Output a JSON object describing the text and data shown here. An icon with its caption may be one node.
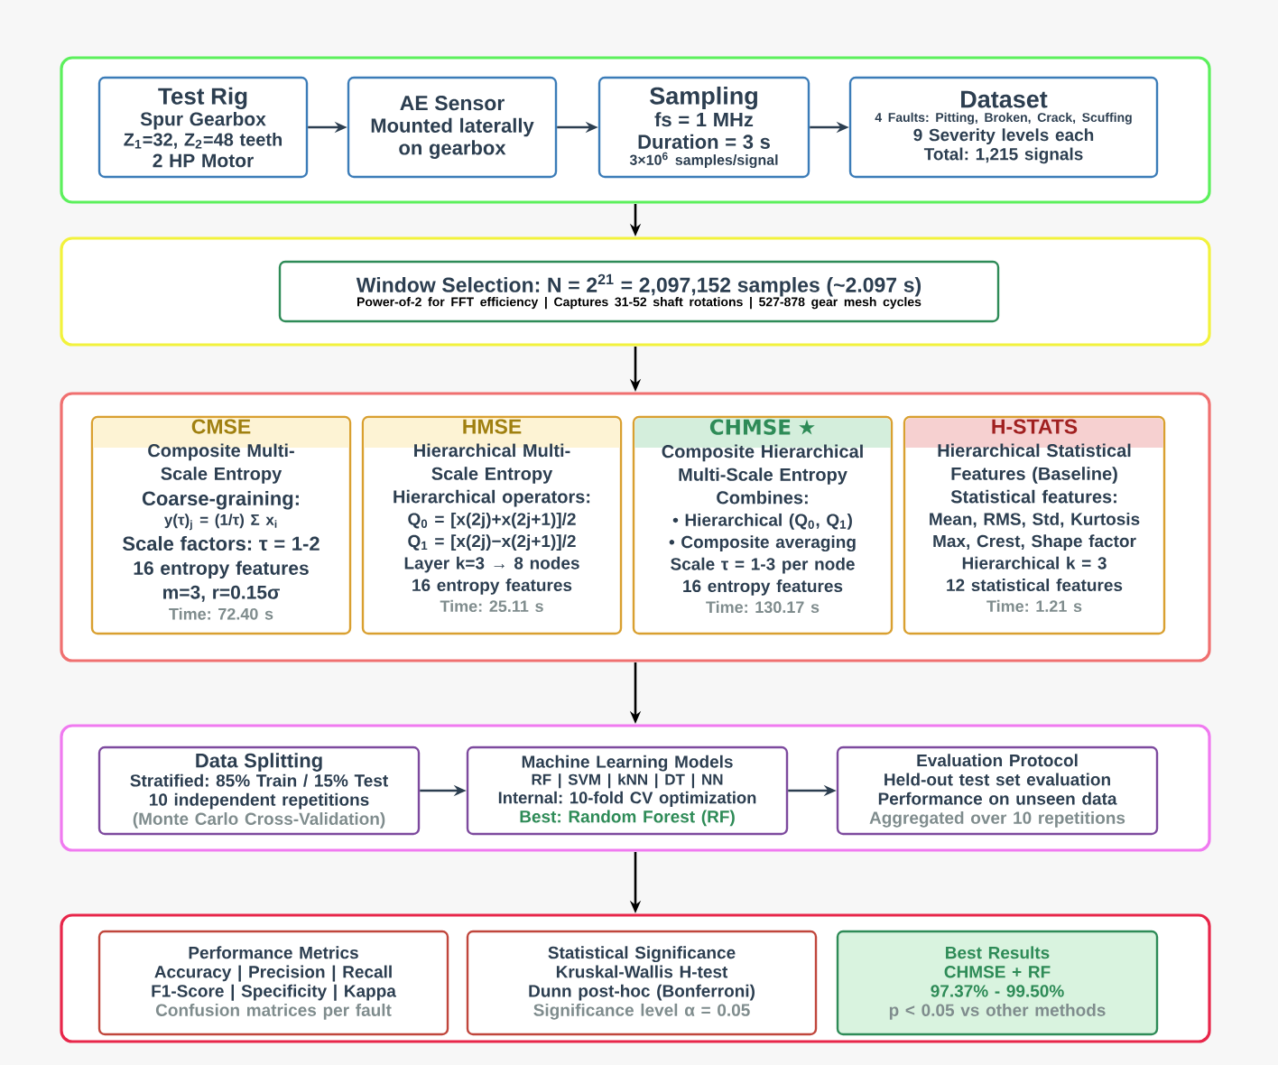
{
  "diagram": {
    "nodes": [
      {
        "text": [],
        "shape": "box"
      },
      {
        "text": [
          "Test Rig",
          "Spur Gearbox",
          "Z$_{1}$=32, Z$_{2}$=48 teeth",
          "2 HP Motor"
        ],
        "in": 0
      },
      {
        "text": [
          "AE Sensor",
          "Mounted laterally on gearbox"
        ],
        "in": 0
      },
      {
        "text": [
          "Sampling",
          "fs = 1 MHz",
          "Duration = 3 s",
          "3×10$^{6}$ samples/signal"
        ],
        "in": 0
      },
      {
        "text": [
          "Dataset",
          "4 Faults: Pitting, Broken, Crack, Scuffing",
          "9 Severity levels each",
          "Total: 1,215 signals"
        ],
        "in": 0
      },
      {
        "text": [],
        "shape": "box"
      },
      {
        "text": [
          "Window Selection: N = 2$^{21}$ = 2,097,152 samples (~2.097 s)",
          "Power-of-2 for FFT efficiency | Captures 31-52 shaft rotations | 527-878 gear mesh cycles"
        ],
        "in": 5
      },
      {
        "text": [],
        "shape": "box"
      },
      {
        "text": [
          "CMSE",
          "Composite Multi-Scale Entropy",
          "Coarse-graining:",
          "y(τ)$_{j}$ = (1/τ) Σ x$_{i}$",
          "Scale factors: τ = 1-2",
          "16 entropy features",
          "m=3, r=0.15σ",
          "Time: 72.40 s"
        ],
        "in": 7
      },
      {
        "text": [
          "HMSE",
          "Hierarchical Multi-Scale Entropy",
          "Hierarchical operators:",
          "Q$_{0}$ = [x(2j)+x(2j+1)]/2",
          "Q$_{1}$ = [x(2j)−x(2j+1)]/2",
          "Layer k=3 → 8 nodes",
          "16 entropy features",
          "Time: 25.11 s"
        ],
        "in": 7
      },
      {
        "text": [
          "CHMSE ★",
          "Composite Hierarchical Multi-Scale Entropy",
          "Combines:",
          "• Hierarchical (Q$_{0}$, Q$_{1}$)",
          "• Composite averaging",
          "Scale τ = 1-3 per node",
          "16 entropy features",
          "Time: 130.17 s"
        ],
        "in": 7
      },
      {
        "text": [
          "H-STATS",
          "Hierarchical Statistical Features (Baseline)",
          "Statistical features:",
          "Mean, RMS, Std, Kurtosis",
          "Max, Crest, Shape factor",
          "Hierarchical k = 3",
          "12 statistical features",
          "Time: 1.21 s"
        ],
        "in": 7
      },
      {
        "text": [],
        "shape": "box"
      },
      {
        "text": [
          "Data Splitting",
          "Stratified: 85% Train / 15% Test",
          "10 independent repetitions",
          "(Monte Carlo Cross-Validation)"
        ],
        "in": 12
      },
      {
        "text": [
          "Machine Learning Models",
          "RF | SVM | kNN | DT | NN",
          "Internal: 10-fold CV optimization",
          "Best: Random Forest (RF)"
        ],
        "in": 12
      },
      {
        "text": [
          "Evaluation Protocol",
          "Held-out test set evaluation",
          "Performance on unseen data",
          "Aggregated over 10 repetitions"
        ],
        "in": 12
      },
      {
        "text": [],
        "shape": "box"
      },
      {
        "text": [
          "Performance Metrics",
          "Accuracy | Precision | Recall",
          "F1-Score | Specificity | Kappa",
          "Confusion matrices per fault"
        ],
        "in": 16
      },
      {
        "text": [
          "Statistical Significance",
          "Kruskal-Wallis H-test",
          "Dunn post-hoc (Bonferroni)",
          "Significance level α = 0.05"
        ],
        "in": 16
      },
      {
        "text": [
          "Best Results",
          "CHMSE + RF",
          "97.37% - 99.50%",
          "p < 0.05 vs other methods"
        ],
        "in": 16
      }
    ],
    "edges": [
      {
        "from": 1,
        "to": 2,
        "arrow": "to"
      },
      {
        "from": 2,
        "to": 3,
        "arrow": "to"
      },
      {
        "from": 3,
        "to": 4,
        "arrow": "to"
      },
      {
        "from": 0,
        "to": 5,
        "arrow": "to",
        "color": "#000000"
      },
      {
        "from": 5,
        "to": 7,
        "arrow": "to",
        "color": "#000000"
      },
      {
        "from": 7,
        "to": 12,
        "arrow": "to",
        "color": "#000000"
      },
      {
        "from": 13,
        "to": 14,
        "arrow": "to"
      },
      {
        "from": 14,
        "to": 15,
        "arrow": "to"
      },
      {
        "from": 12,
        "to": 16,
        "arrow": "to",
        "color": "#000000"
      }
    ]
  }
}
